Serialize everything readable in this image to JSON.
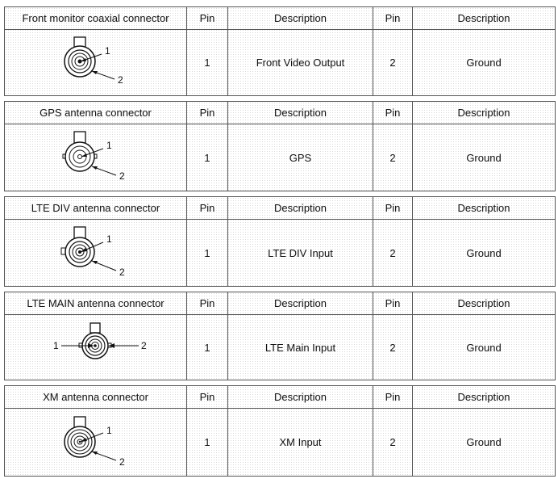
{
  "columns": {
    "pin": "Pin",
    "description": "Description"
  },
  "connectors": [
    {
      "name": "Front monitor coaxial connector",
      "pin1": "1",
      "desc1": "Front Video Output",
      "pin2": "2",
      "desc2": "Ground",
      "labels": [
        "1",
        "2"
      ]
    },
    {
      "name": "GPS antenna connector",
      "pin1": "1",
      "desc1": "GPS",
      "pin2": "2",
      "desc2": "Ground",
      "labels": [
        "1",
        "2"
      ]
    },
    {
      "name": "LTE DIV antenna connector",
      "pin1": "1",
      "desc1": "LTE DIV Input",
      "pin2": "2",
      "desc2": "Ground",
      "labels": [
        "1",
        "2"
      ]
    },
    {
      "name": "LTE MAIN antenna connector",
      "pin1": "1",
      "desc1": "LTE Main Input",
      "pin2": "2",
      "desc2": "Ground",
      "labels": [
        "1",
        "2"
      ]
    },
    {
      "name": "XM antenna connector",
      "pin1": "1",
      "desc1": "XM Input",
      "pin2": "2",
      "desc2": "Ground",
      "labels": [
        "1",
        "2"
      ]
    }
  ]
}
